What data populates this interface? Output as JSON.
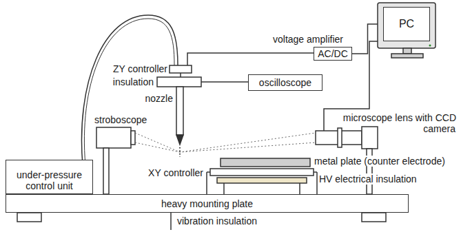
{
  "diagram": {
    "nodes": [
      {
        "text": [
          "PC"
        ]
      },
      {
        "text": [
          "AC/DC"
        ]
      },
      {
        "text": [
          "oscilloscope"
        ]
      },
      {
        "text": [
          "under-pressure control unit"
        ]
      },
      {
        "text": [
          "heavy mounting plate"
        ]
      }
    ],
    "edges": [
      {
        "from": 1,
        "to": 0,
        "arrow": "none"
      }
    ],
    "labels": [
      "voltage amplifier",
      "ZY controller",
      "insulation",
      "nozzle",
      "stroboscope",
      "microscope lens with CCD camera",
      "metal plate (counter electrode)",
      "XY controller",
      "HV electrical insulation",
      "vibration insulation"
    ]
  }
}
